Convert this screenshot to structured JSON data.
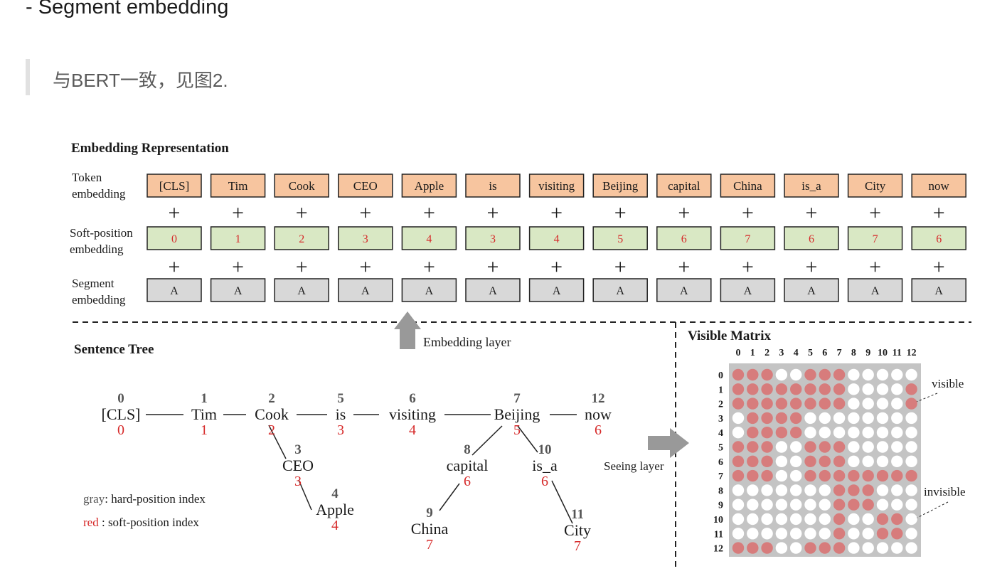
{
  "heading": "- Segment embedding",
  "quote": "与BERT一致，见图2.",
  "figure": {
    "colors": {
      "token": "#f7c59f",
      "soft": "#d9e8c4",
      "segment": "#d8d8d8",
      "red": "#d62a2a",
      "gray": "#555555",
      "visible": "#d77c7c",
      "invisible": "#ffffff",
      "matrix_bg": "#c4c4c4",
      "arrow": "#999999"
    },
    "embedding_title": "Embedding Representation",
    "row_labels": {
      "token": [
        "Token",
        "embedding"
      ],
      "soft": [
        "Soft-position",
        "embedding"
      ],
      "segment": [
        "Segment",
        "embedding"
      ]
    },
    "tokens": [
      "[CLS]",
      "Tim",
      "Cook",
      "CEO",
      "Apple",
      "is",
      "visiting",
      "Beijing",
      "capital",
      "China",
      "is_a",
      "City",
      "now"
    ],
    "soft_positions": [
      "0",
      "1",
      "2",
      "3",
      "4",
      "3",
      "4",
      "5",
      "6",
      "7",
      "6",
      "7",
      "6"
    ],
    "segments": [
      "A",
      "A",
      "A",
      "A",
      "A",
      "A",
      "A",
      "A",
      "A",
      "A",
      "A",
      "A",
      "A"
    ],
    "plus": "+",
    "embedding_layer_label": "Embedding layer",
    "sentence_tree_title": "Sentence Tree",
    "tree_nodes": [
      {
        "word": "[CLS]",
        "hard": "0",
        "soft": "0"
      },
      {
        "word": "Tim",
        "hard": "1",
        "soft": "1"
      },
      {
        "word": "Cook",
        "hard": "2",
        "soft": "2"
      },
      {
        "word": "is",
        "hard": "5",
        "soft": "3"
      },
      {
        "word": "visiting",
        "hard": "6",
        "soft": "4"
      },
      {
        "word": "Beijing",
        "hard": "7",
        "soft": "5"
      },
      {
        "word": "now",
        "hard": "12",
        "soft": "6"
      },
      {
        "word": "CEO",
        "hard": "3",
        "soft": "3"
      },
      {
        "word": "Apple",
        "hard": "4",
        "soft": "4"
      },
      {
        "word": "capital",
        "hard": "8",
        "soft": "6"
      },
      {
        "word": "is_a",
        "hard": "10",
        "soft": "6"
      },
      {
        "word": "China",
        "hard": "9",
        "soft": "7"
      },
      {
        "word": "City",
        "hard": "11",
        "soft": "7"
      }
    ],
    "legend": {
      "gray_key": "gray",
      "gray_text": ": hard-position index",
      "red_key": "red",
      "red_text": " : soft-position index"
    },
    "seeing_layer_label": "Seeing layer",
    "visible_matrix_title": "Visible Matrix",
    "matrix_index_labels": [
      "0",
      "1",
      "2",
      "3",
      "4",
      "5",
      "6",
      "7",
      "8",
      "9",
      "10",
      "11",
      "12"
    ],
    "matrix_rows": [
      "1110011100000",
      "1111111100001",
      "1111111100001",
      "0111100000000",
      "0111100000000",
      "1110011100000",
      "1110011100000",
      "1110011111111",
      "0000000111000",
      "0000000111000",
      "0000000100110",
      "0000000100110",
      "1110011100000"
    ],
    "annotation_visible": "visible",
    "annotation_invisible": "invisible"
  }
}
